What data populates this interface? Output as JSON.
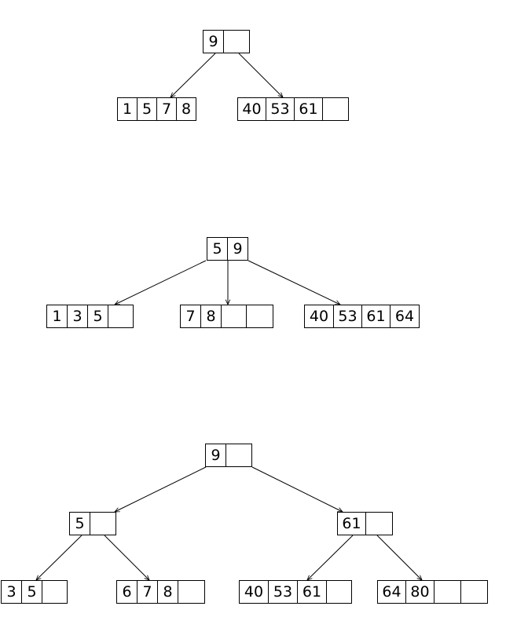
{
  "trees": [
    {
      "nodes": [
        {
          "id": "t1-root",
          "keys": [
            "9",
            ""
          ]
        },
        {
          "id": "t1-left",
          "keys": [
            "1",
            "5",
            "7",
            "8"
          ]
        },
        {
          "id": "t1-right",
          "keys": [
            "40",
            "53",
            "61",
            ""
          ]
        }
      ],
      "edges": [
        [
          "t1-root",
          "t1-left"
        ],
        [
          "t1-root",
          "t1-right"
        ]
      ]
    },
    {
      "nodes": [
        {
          "id": "t2-root",
          "keys": [
            "5",
            "9"
          ]
        },
        {
          "id": "t2-left",
          "keys": [
            "1",
            "3",
            "5",
            ""
          ]
        },
        {
          "id": "t2-mid",
          "keys": [
            "7",
            "8",
            "",
            ""
          ]
        },
        {
          "id": "t2-right",
          "keys": [
            "40",
            "53",
            "61",
            "64"
          ]
        }
      ],
      "edges": [
        [
          "t2-root",
          "t2-left"
        ],
        [
          "t2-root",
          "t2-mid"
        ],
        [
          "t2-root",
          "t2-right"
        ]
      ]
    },
    {
      "nodes": [
        {
          "id": "t3-root",
          "keys": [
            "9",
            ""
          ]
        },
        {
          "id": "t3-l",
          "keys": [
            "5",
            ""
          ]
        },
        {
          "id": "t3-r",
          "keys": [
            "61",
            ""
          ]
        },
        {
          "id": "t3-ll",
          "keys": [
            "3",
            "5",
            ""
          ]
        },
        {
          "id": "t3-lr",
          "keys": [
            "6",
            "7",
            "8",
            ""
          ]
        },
        {
          "id": "t3-rl",
          "keys": [
            "40",
            "53",
            "61",
            ""
          ]
        },
        {
          "id": "t3-rr",
          "keys": [
            "64",
            "80",
            "",
            ""
          ]
        }
      ],
      "edges": [
        [
          "t3-root",
          "t3-l"
        ],
        [
          "t3-root",
          "t3-r"
        ],
        [
          "t3-l",
          "t3-ll"
        ],
        [
          "t3-l",
          "t3-lr"
        ],
        [
          "t3-r",
          "t3-rl"
        ],
        [
          "t3-r",
          "t3-rr"
        ]
      ]
    }
  ]
}
